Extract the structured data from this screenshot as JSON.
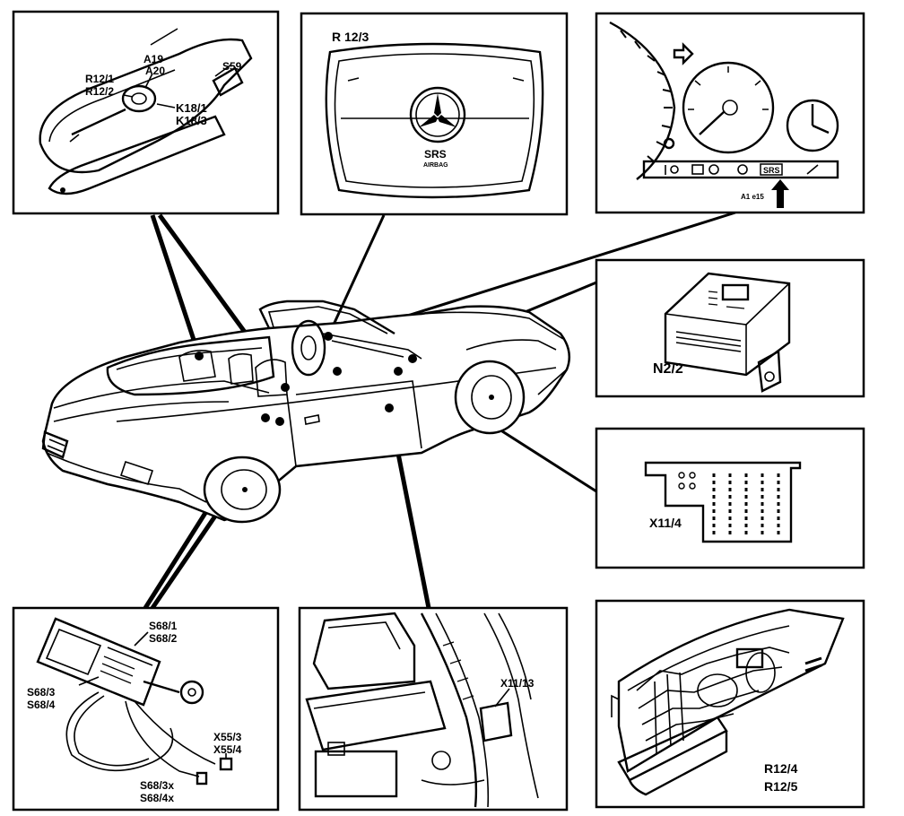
{
  "panels": {
    "steering": {
      "labels": [
        "A19",
        "A20",
        "R12/1",
        "R12/2",
        "S59",
        "K18/1",
        "K18/3"
      ]
    },
    "airbag": {
      "title": "R 12/3",
      "emblem_text": "SRS",
      "emblem_sub": "AIRBAG"
    },
    "cluster": {
      "srs_text": "SRS",
      "part_no": "A1 e15"
    },
    "module": {
      "label": "N2/2"
    },
    "connector": {
      "label": "X11/4"
    },
    "harness": {
      "labels": [
        "S68/1",
        "S68/2",
        "S68/3",
        "S68/4",
        "X55/3",
        "X55/4",
        "S68/3x",
        "S68/4x"
      ]
    },
    "footwell": {
      "label": "X11/13"
    },
    "glovebox": {
      "label_1": "R12/4",
      "label_2": "R12/5"
    }
  }
}
